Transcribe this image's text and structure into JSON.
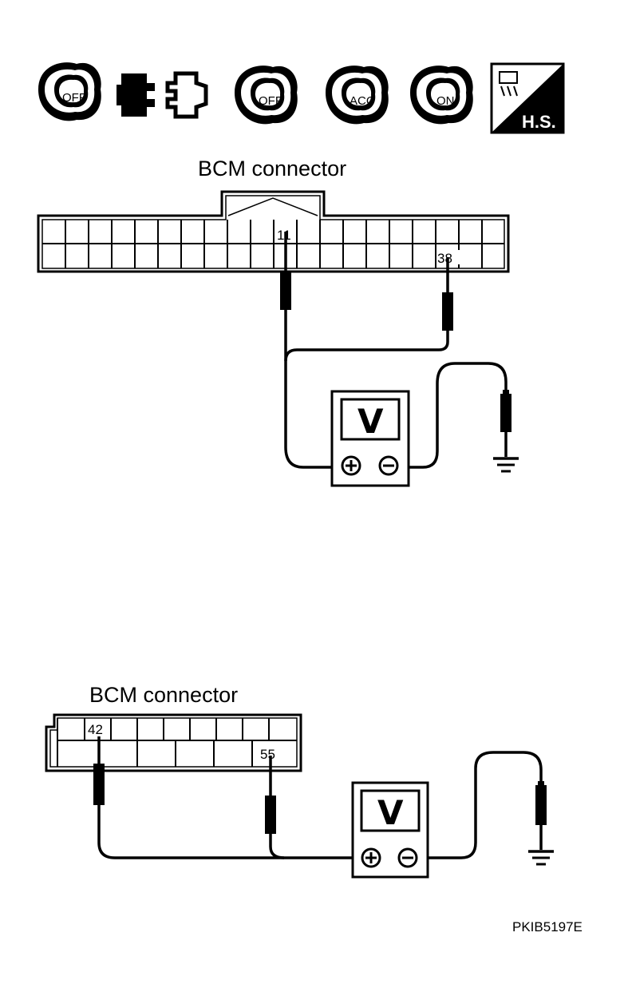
{
  "icons": {
    "step1_key": "OFF",
    "step3_key": "OFF",
    "step4_key": "ACC",
    "step5_key": "ON",
    "hs_label": "H.S."
  },
  "diagram_top": {
    "title": "BCM connector",
    "pin_a": "11",
    "pin_b": "38",
    "meter_symbol": "V"
  },
  "diagram_bottom": {
    "title": "BCM connector",
    "pin_a": "42",
    "pin_b": "55",
    "meter_symbol": "V"
  },
  "figure_code": "PKIB5197E"
}
